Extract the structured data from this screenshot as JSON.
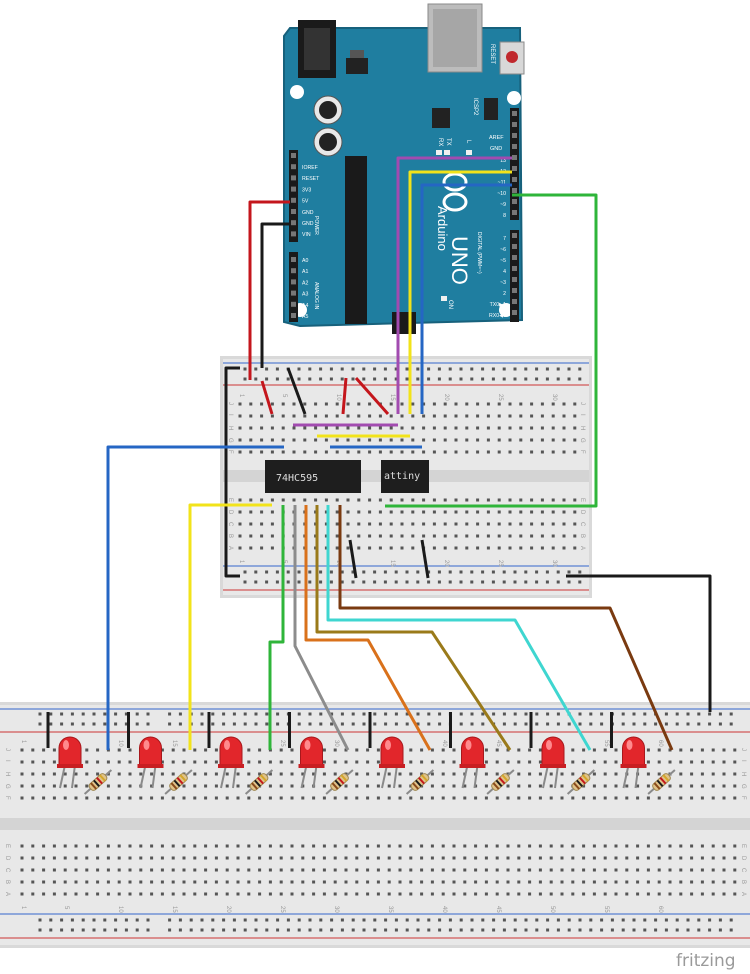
{
  "arduino": {
    "reset_label": "RESET",
    "icsp_label": "ICSP2",
    "aref_label": "AREF",
    "gnd_label": "GND",
    "tx_label": "TX",
    "rx_label": "RX",
    "l_label": "L",
    "brand": "Arduino",
    "model": "UNO",
    "on_label": "ON",
    "power_label": "POWER",
    "analog_label": "ANALOG IN",
    "digital_label": "DIGITAL (PWM=~)",
    "power_pins": [
      "IOREF",
      "RESET",
      "3V3",
      "5V",
      "GND",
      "GND",
      "VIN"
    ],
    "analog_pins": [
      "A0",
      "A1",
      "A2",
      "A3",
      "A4",
      "A5"
    ],
    "digital_top_pins": [
      "13",
      "12",
      "~11",
      "~10",
      "~9",
      "8"
    ],
    "digital_bottom_pins": [
      "7",
      "~6",
      "~5",
      "4",
      "~3",
      "2",
      "TX0▶1",
      "RX0◀0"
    ]
  },
  "chips": {
    "shift_register": "74HC595",
    "micro": "attiny"
  },
  "breadboard_top": {
    "row_letters_top": [
      "J",
      "I",
      "H",
      "G",
      "F"
    ],
    "row_letters_bottom": [
      "E",
      "D",
      "C",
      "B",
      "A"
    ],
    "column_numbers": [
      "1",
      "5",
      "10",
      "15",
      "20",
      "25",
      "30"
    ]
  },
  "breadboard_bottom": {
    "row_letters_top": [
      "J",
      "I",
      "H",
      "G",
      "F"
    ],
    "row_letters_bottom": [
      "E",
      "D",
      "C",
      "B",
      "A"
    ],
    "column_numbers": [
      "1",
      "5",
      "10",
      "15",
      "20",
      "25",
      "30",
      "35",
      "40",
      "45",
      "50",
      "55",
      "60"
    ]
  },
  "wire_colors": {
    "red": "#c4161c",
    "black": "#1a1a1a",
    "blue": "#2566c4",
    "yellow": "#f2e31a",
    "green": "#2fb53a",
    "purple": "#a24bb0",
    "gray": "#8c8c8c",
    "orange": "#d9711b",
    "olive": "#9a7a1a",
    "cyan": "#3fd6d0",
    "brown": "#7a3a10"
  },
  "led_count": 8,
  "watermark": "fritzing"
}
